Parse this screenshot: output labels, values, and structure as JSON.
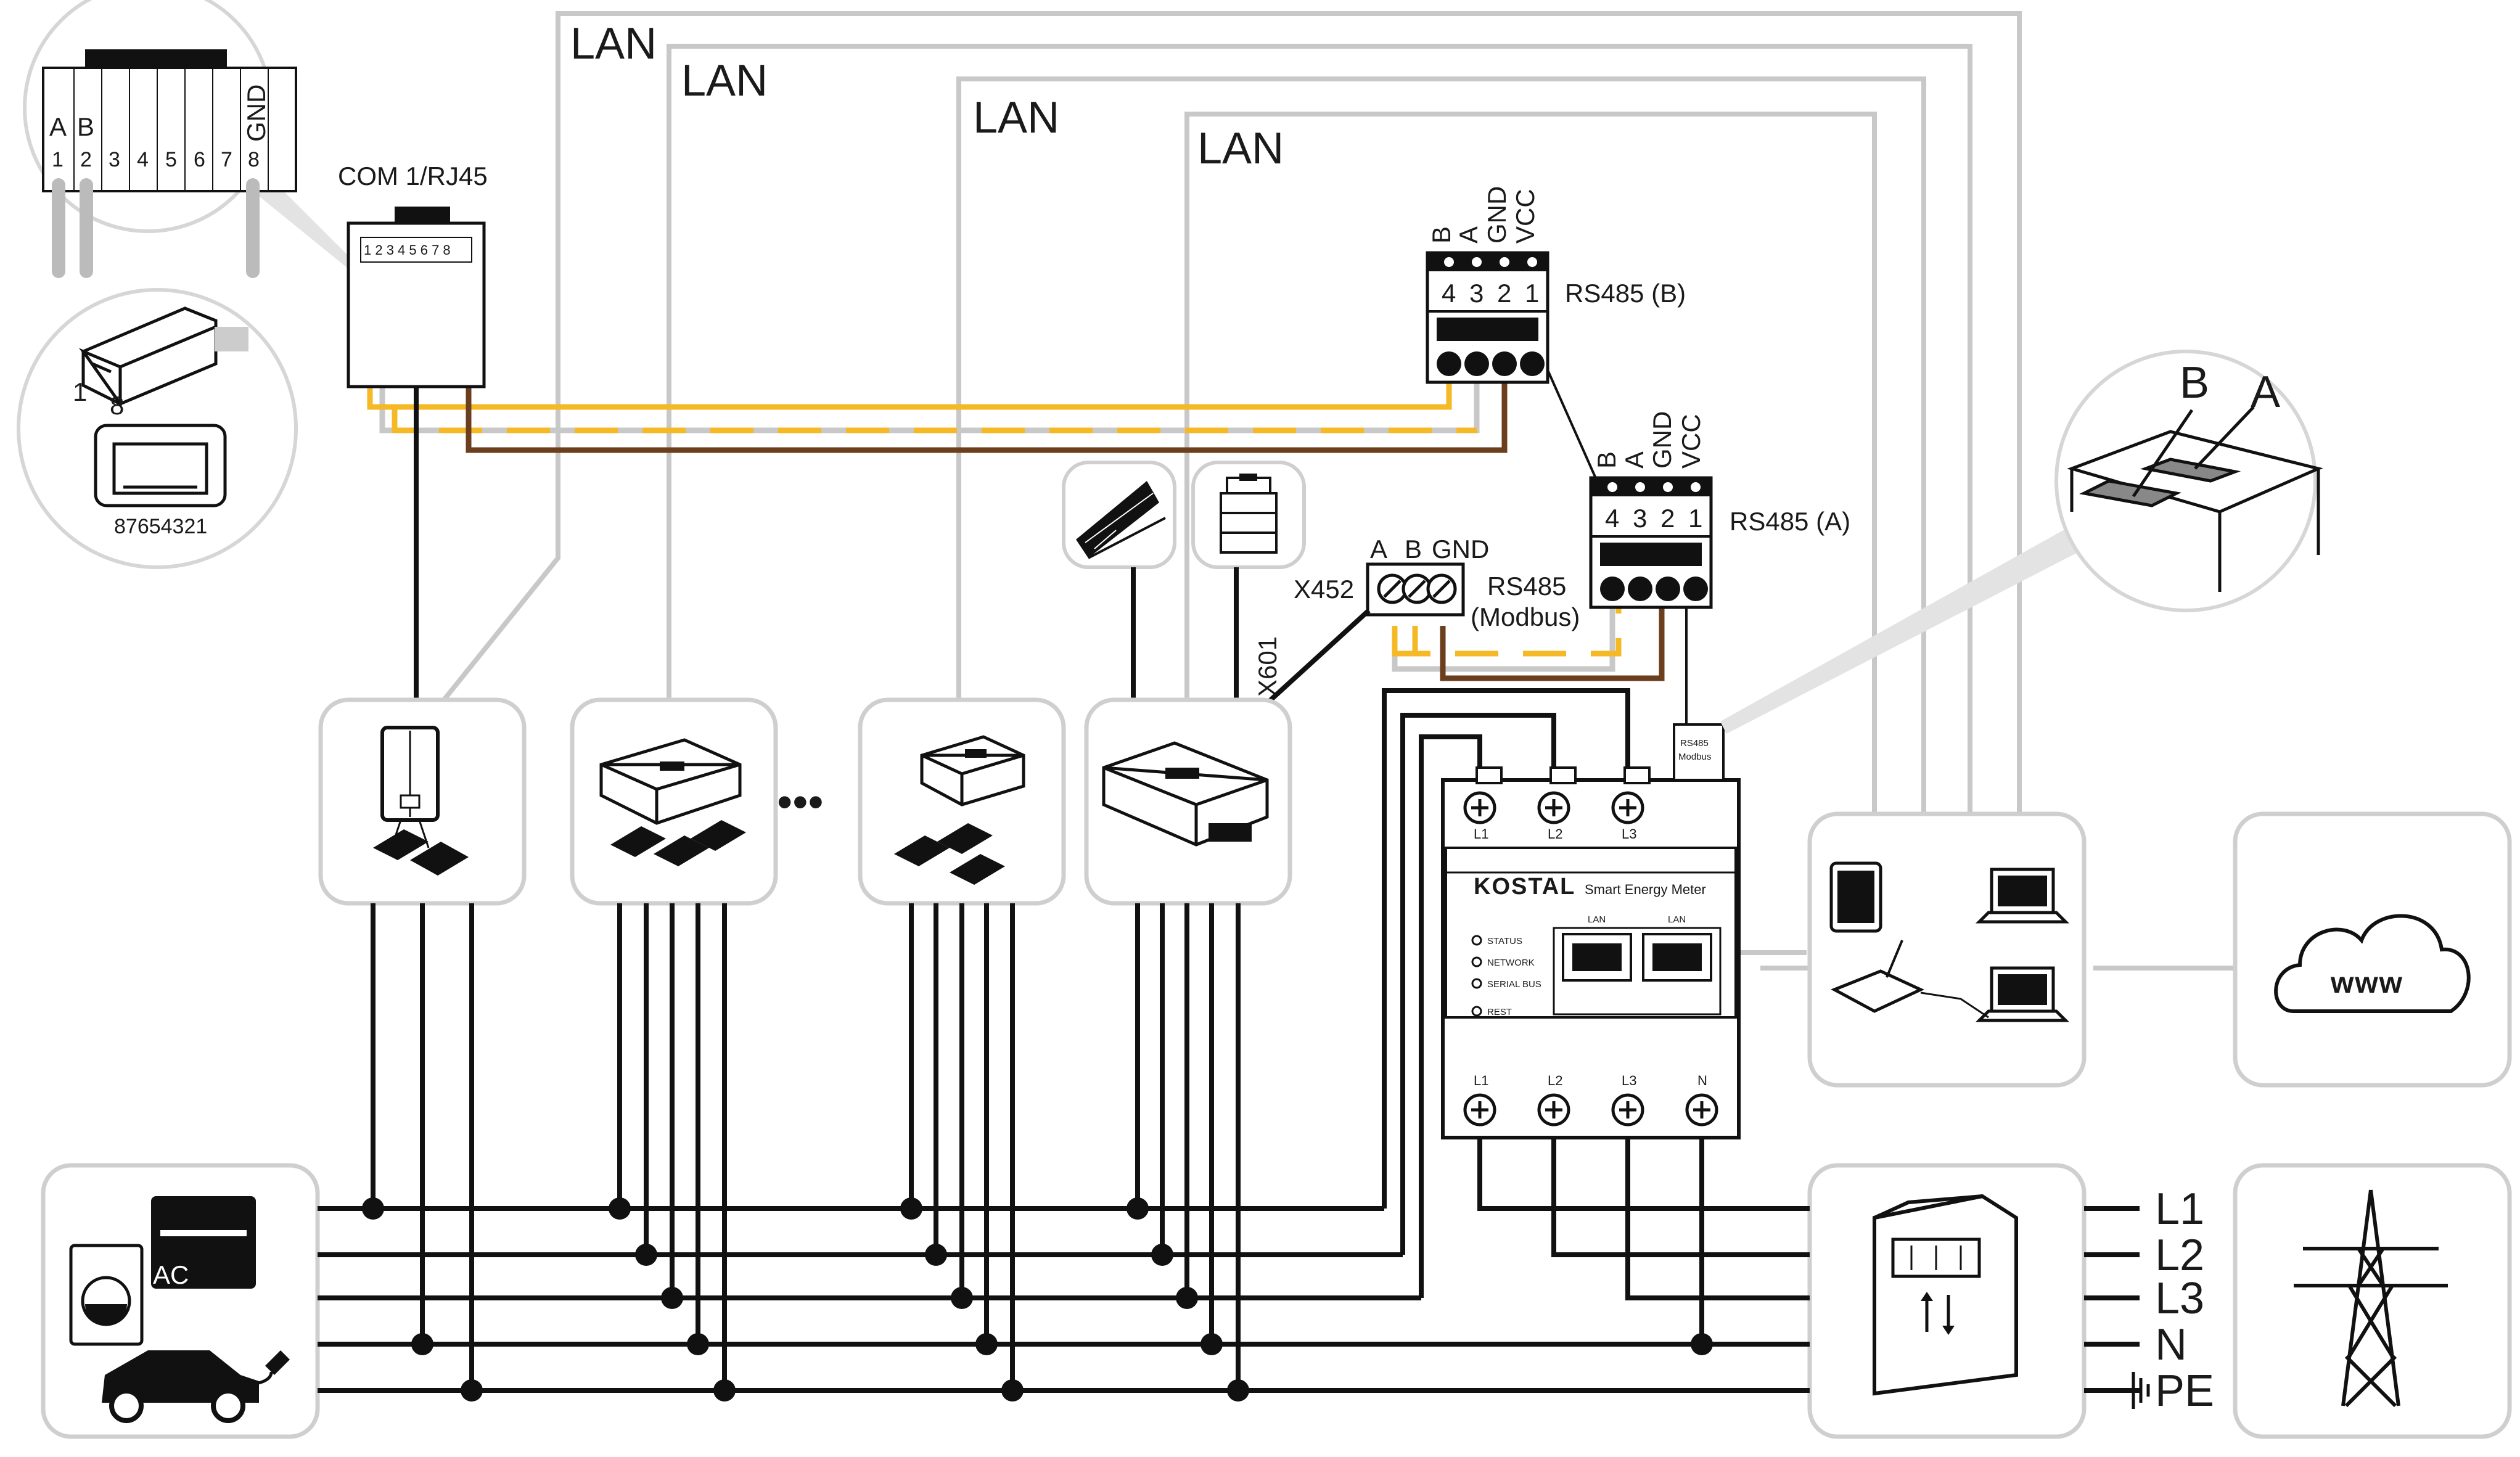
{
  "lan_labels": [
    "LAN",
    "LAN",
    "LAN",
    "LAN"
  ],
  "rj45_zoom": {
    "pin_labels": [
      "A",
      "B",
      "GND"
    ],
    "pin_numbers": [
      "1",
      "2",
      "3",
      "4",
      "5",
      "6",
      "7",
      "8"
    ],
    "plug_pin_labels": [
      "1",
      "8"
    ],
    "socket_number": "87654321"
  },
  "com_port": {
    "label": "COM 1/RJ45",
    "pins": "1 2 3 4 5 6 7 8"
  },
  "rs485_b": {
    "label": "RS485 (B)",
    "signals": [
      "B",
      "A",
      "GND",
      "VCC"
    ],
    "pins": [
      "4",
      "3",
      "2",
      "1"
    ]
  },
  "rs485_a": {
    "label": "RS485 (A)",
    "signals": [
      "B",
      "A",
      "GND",
      "VCC"
    ],
    "pins": [
      "4",
      "3",
      "2",
      "1"
    ]
  },
  "x452": {
    "label": "X452",
    "signals": [
      "A",
      "B",
      "GND"
    ],
    "caption_line1": "RS485",
    "caption_line2": "(Modbus)"
  },
  "x601_label": "X601",
  "dots": "•••",
  "meter": {
    "brand": "KOSTAL",
    "product": "Smart Energy Meter",
    "top_terminals": [
      "L1",
      "L2",
      "L3"
    ],
    "bottom_terminals": [
      "L1",
      "L2",
      "L3",
      "N"
    ],
    "leds": [
      "STATUS",
      "NETWORK",
      "SERIAL BUS",
      "REST"
    ],
    "lan_ports": [
      "LAN",
      "LAN"
    ],
    "rs485_tag_line1": "RS485",
    "rs485_tag_line2": "Modbus"
  },
  "terminal_zoom": {
    "labels": [
      "B",
      "A"
    ]
  },
  "cloud_label": "www",
  "appliance_label": "AC",
  "phases": [
    "L1",
    "L2",
    "L3",
    "N",
    "PE"
  ],
  "colors": {
    "rs485_yellow": "#f5b926",
    "rs485_brown": "#6b3e1e",
    "lan_gray": "#c8c8c8",
    "wire_black": "#111111",
    "box_border": "#cfcfcf"
  }
}
